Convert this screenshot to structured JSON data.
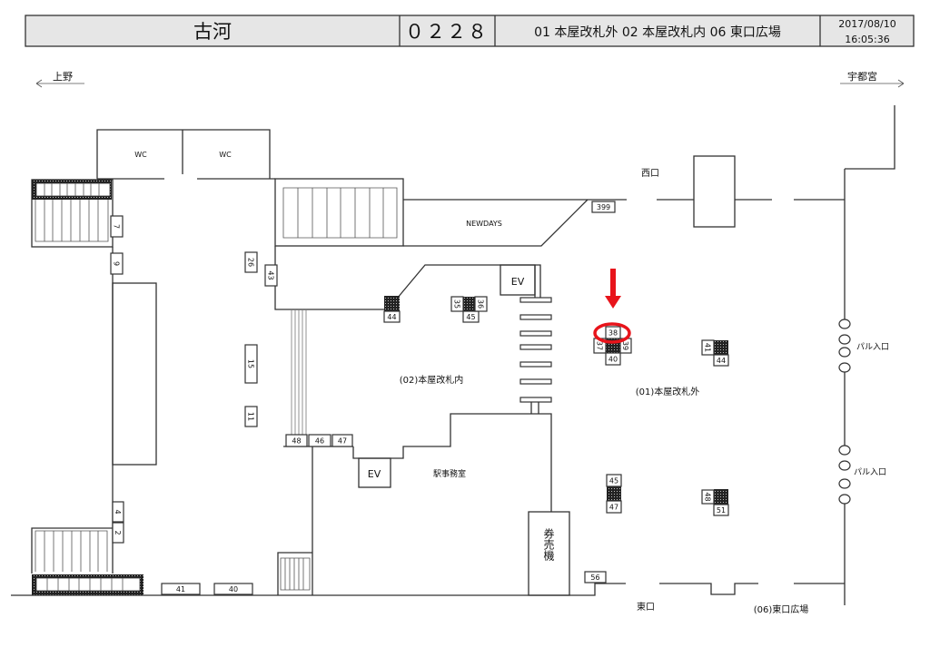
{
  "header": {
    "station": "古河",
    "code": "０２２８",
    "areas": "01 本屋改札外 02 本屋改札内 06 東口広場",
    "date": "2017/08/10",
    "time": "16:05:36"
  },
  "directions": {
    "left": "上野",
    "right": "宇都宮"
  },
  "rooms": {
    "wc1": "WC",
    "wc2": "WC",
    "newdays": "NEWDAYS",
    "ev1": "EV",
    "ev2": "EV",
    "office": "駅事務室",
    "ticket_machine": "券売機"
  },
  "places": {
    "west_exit": "西口",
    "east_exit": "東口",
    "inside_gate": "(02)本屋改札内",
    "outside_gate": "(01)本屋改札外",
    "east_plaza": "(06)東口広場",
    "pal_entrance_1": "パル入口",
    "pal_entrance_2": "パル入口"
  },
  "signs": [
    "7",
    "9",
    "26",
    "43",
    "15",
    "11",
    "4",
    "2",
    "48",
    "46",
    "47",
    "41",
    "40",
    "399",
    "56",
    "44",
    "35",
    "45",
    "36",
    "38",
    "37",
    "39",
    "40",
    "41",
    "44",
    "45",
    "47",
    "48",
    "51"
  ],
  "highlight": {
    "sign": "38",
    "color": "#e8141b"
  },
  "colors": {
    "header_bg": "#e6e6e6",
    "line": "#333333",
    "marker": "#e8141b"
  }
}
